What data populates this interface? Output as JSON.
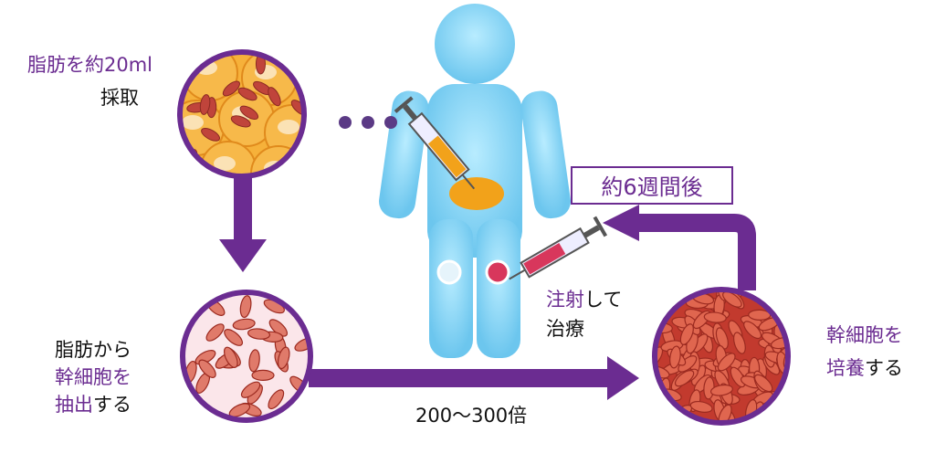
{
  "steps": {
    "harvest": {
      "part1": "脂肪を約20ml",
      "part2": "採取"
    },
    "extract": {
      "line1": "脂肪から",
      "line2": "幹細胞を",
      "line3a": "抽出",
      "line3b": "する"
    },
    "culture": {
      "line1": "幹細胞を",
      "line2a": "培養",
      "line2b": "する"
    },
    "inject": {
      "line1a": "注射",
      "line1b": "して",
      "line2": "治療"
    }
  },
  "multiplier_label": "200〜300倍",
  "weeks_label": "約6週間後",
  "colors": {
    "accent": "#6b2c91",
    "body": "#7fd0f2",
    "fat": "#f5a623",
    "cell": "#d0473a"
  }
}
